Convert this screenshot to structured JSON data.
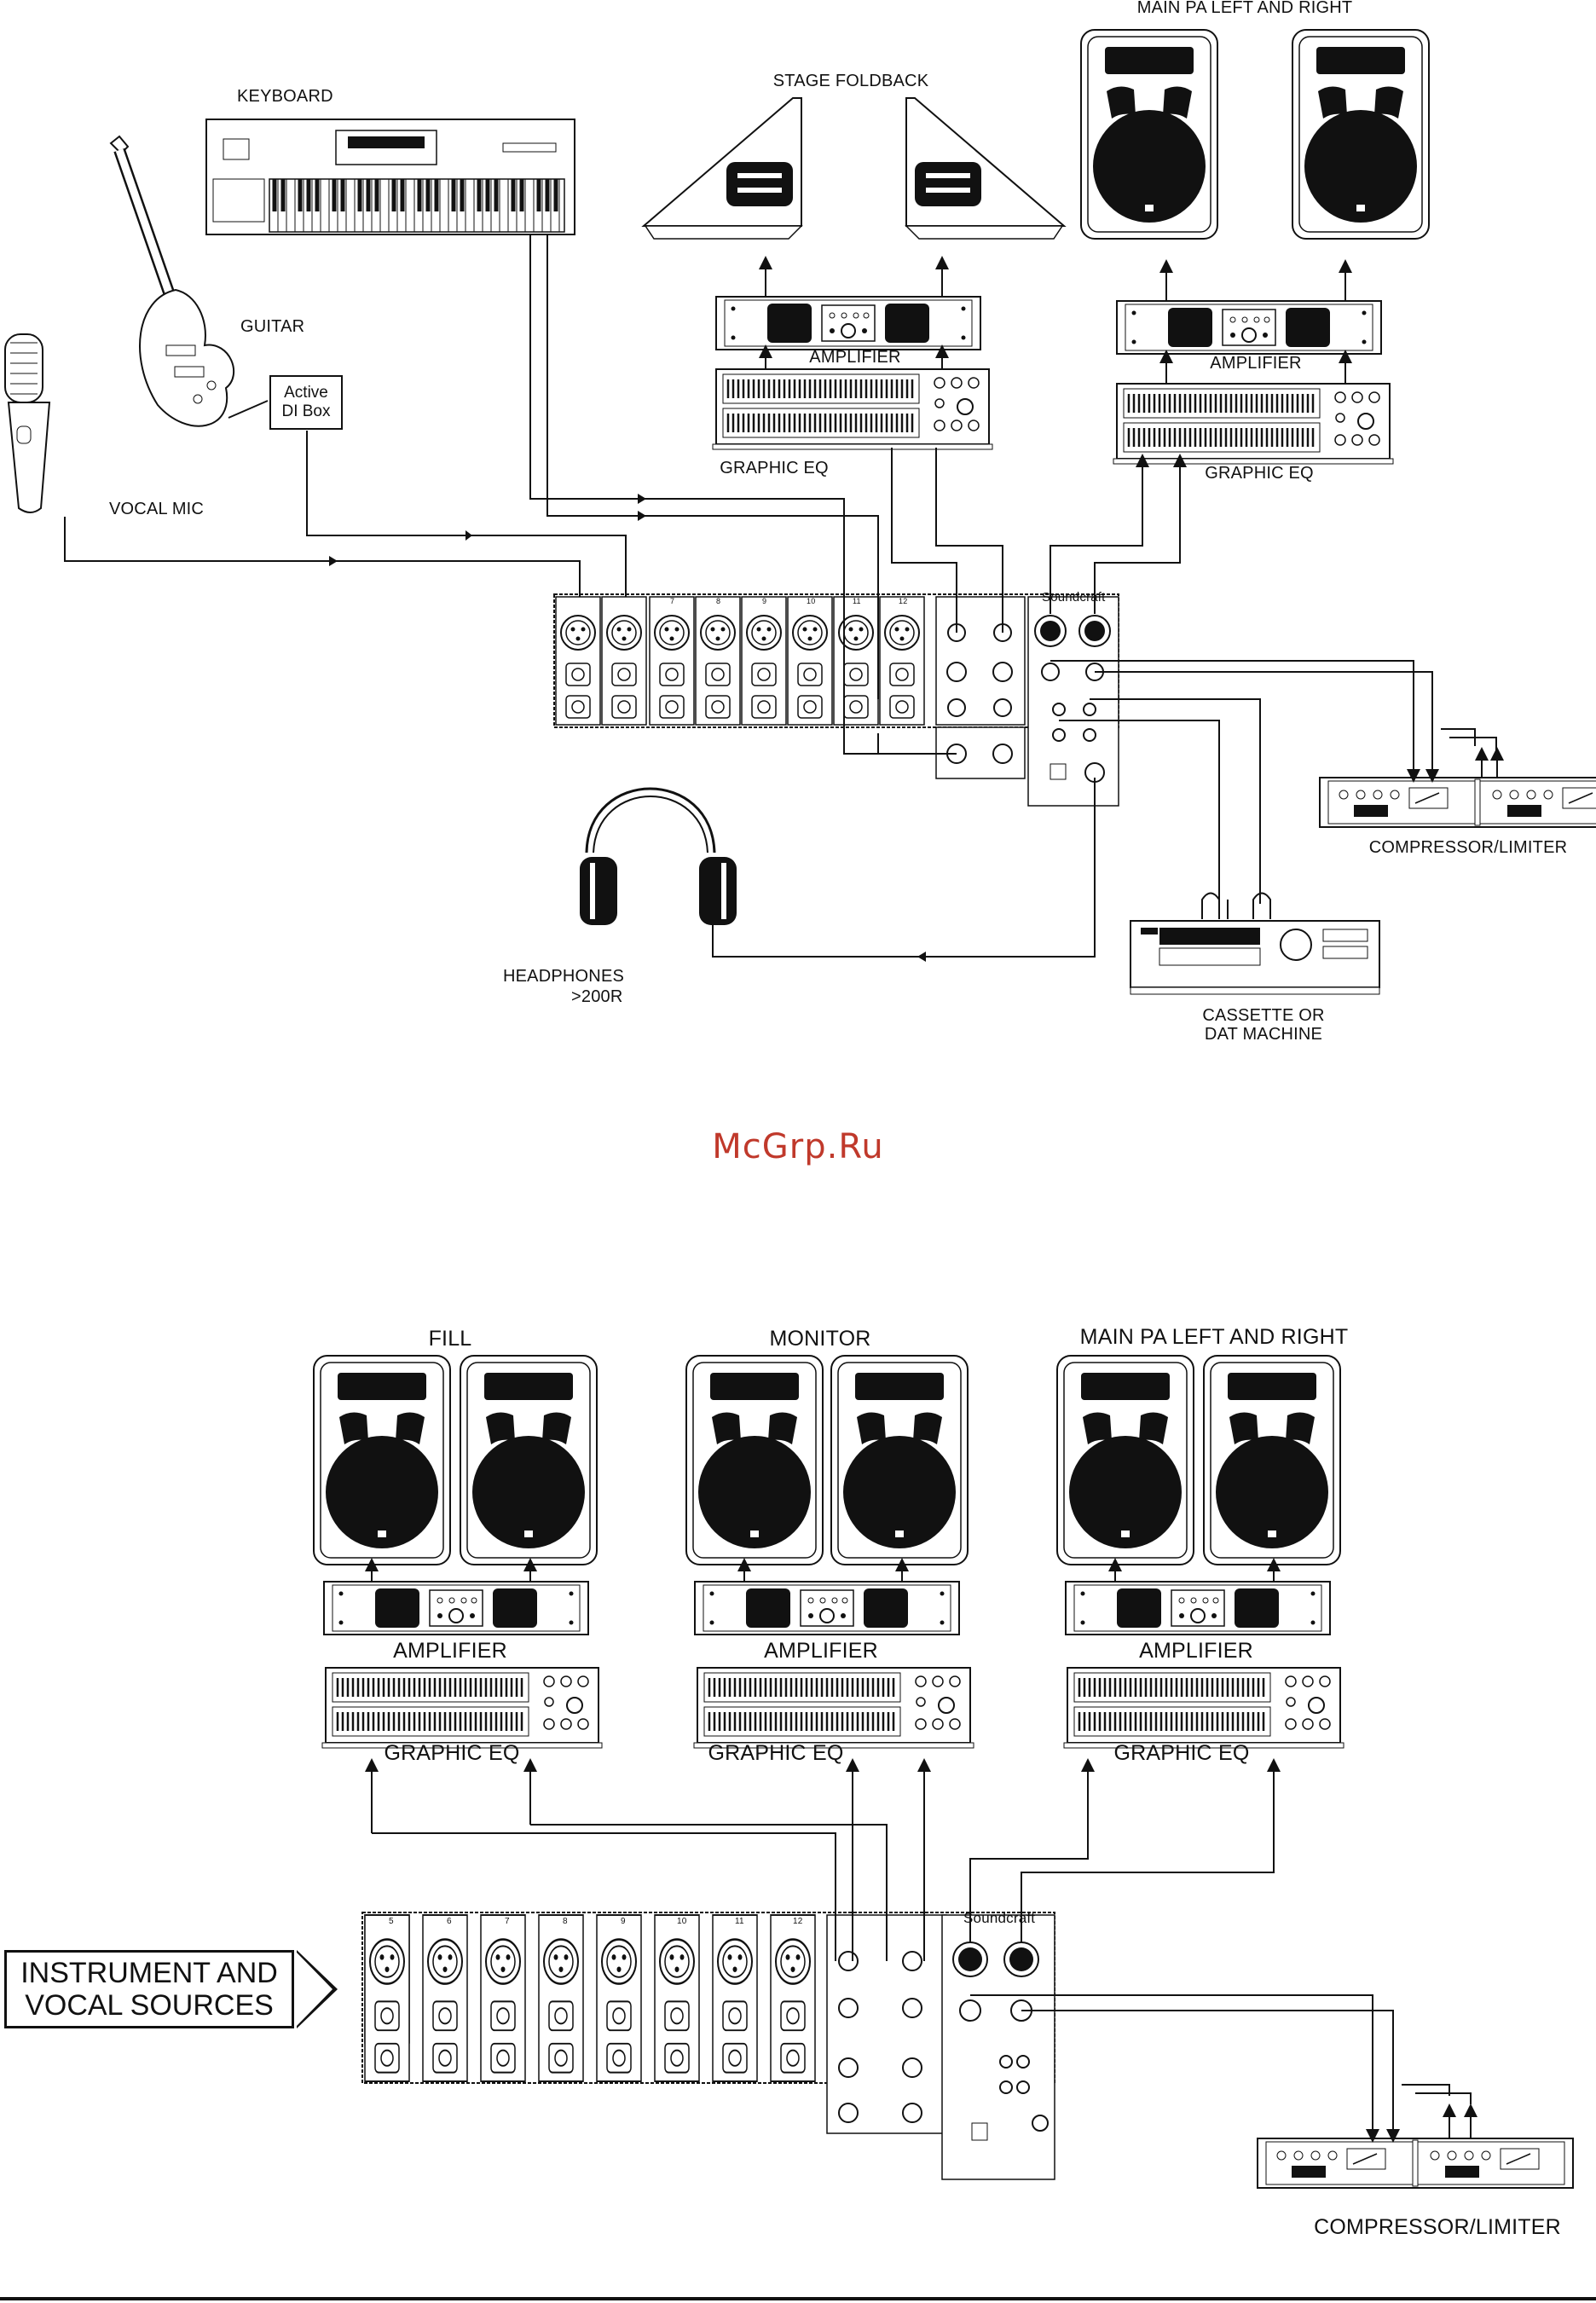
{
  "top_diagram": {
    "labels": {
      "main_pa": "MAIN PA LEFT AND RIGHT",
      "stage_foldback": "STAGE FOLDBACK",
      "keyboard": "KEYBOARD",
      "guitar": "GUITAR",
      "di_box_line1": "Active",
      "di_box_line2": "DI Box",
      "vocal_mic": "VOCAL MIC",
      "amplifier_left": "AMPLIFIER",
      "amplifier_right": "AMPLIFIER",
      "graphic_eq_left": "GRAPHIC EQ",
      "graphic_eq_right": "GRAPHIC EQ",
      "compressor": "COMPRESSOR/LIMITER",
      "headphones_line1": "HEADPHONES",
      "headphones_line2": ">200R",
      "cassette_line1": "CASSETTE OR",
      "cassette_line2": "DAT MACHINE"
    }
  },
  "watermark": "McGrp.Ru",
  "bottom_diagram": {
    "labels": {
      "fill": "FILL",
      "monitor": "MONITOR",
      "main_pa": "MAIN PA LEFT AND RIGHT",
      "amplifier_1": "AMPLIFIER",
      "amplifier_2": "AMPLIFIER",
      "amplifier_3": "AMPLIFIER",
      "graphic_eq_1": "GRAPHIC EQ",
      "graphic_eq_2": "GRAPHIC EQ",
      "graphic_eq_3": "GRAPHIC EQ",
      "sources_line1": "INSTRUMENT AND",
      "sources_line2": "VOCAL SOURCES",
      "compressor": "COMPRESSOR/LIMITER"
    }
  },
  "mixer": {
    "brand": "Soundcraft",
    "top_channels": [
      "7",
      "8",
      "9",
      "10",
      "11",
      "12"
    ],
    "bottom_channels": [
      "5",
      "6",
      "7",
      "8",
      "9",
      "10",
      "11",
      "12"
    ]
  }
}
